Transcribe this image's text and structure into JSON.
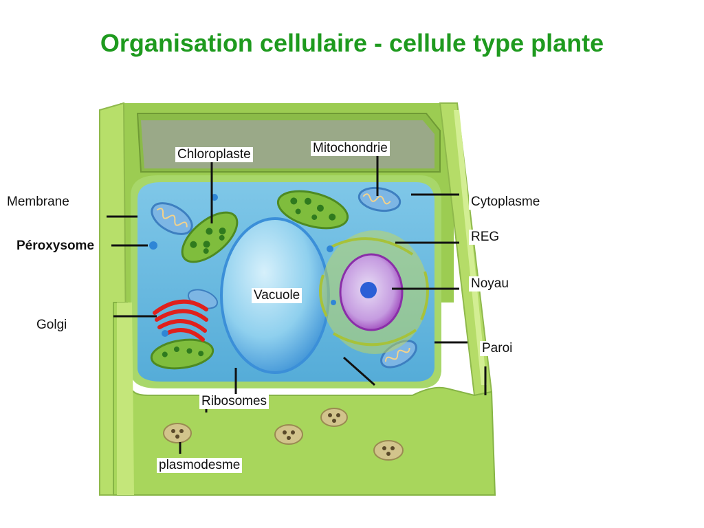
{
  "title": "Organisation cellulaire - cellule type plante",
  "colors": {
    "title": "#1e9a1e",
    "cell_wall": "#a9d45a",
    "cytoplasm": "#64b9e0",
    "vacuole": "#8fd0ee",
    "nucleus": "#b98cd8",
    "nucleolus": "#2b5fd6",
    "golgi": "#e0201c",
    "chloroplast": "#77b83a",
    "mitochondria": "#5ea3d8"
  },
  "labels": {
    "chloroplaste": "Chloroplaste",
    "mitochondrie": "Mitochondrie",
    "membrane": "Membrane",
    "cytoplasme": "Cytoplasme",
    "reg": "REG",
    "peroxysome": "Péroxysome",
    "noyau": "Noyau",
    "vacuole": "Vacuole",
    "golgi": "Golgi",
    "paroi": "Paroi",
    "ribosomes": "Ribosomes",
    "plasmodesme": "plasmodesme"
  }
}
